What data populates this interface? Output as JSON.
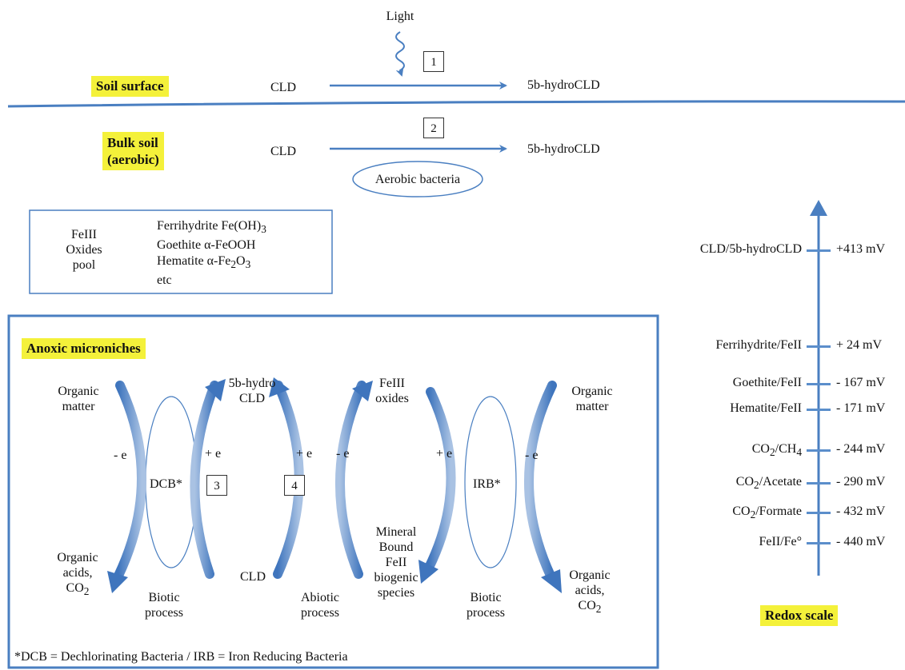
{
  "top": {
    "light": "Light",
    "soil_surface": "Soil surface",
    "cld": "CLD",
    "product": "5b-hydroCLD",
    "step1": "1",
    "bulk_soil_line1": "Bulk soil",
    "bulk_soil_line2": "(aerobic)",
    "step2": "2",
    "aerobic_bacteria": "Aerobic bacteria"
  },
  "oxides_pool": {
    "title_lines": [
      "FeIII",
      "Oxides",
      "pool"
    ],
    "items": [
      {
        "name": "Ferrihydrite Fe(OH)",
        "sub": "3"
      },
      {
        "name": "Goethite α-FeOOH",
        "sub": ""
      },
      {
        "name": "Hematite α-Fe",
        "sub": "2",
        "tail": "O",
        "sub2": "3"
      },
      {
        "name": "etc",
        "sub": ""
      }
    ]
  },
  "anoxic": {
    "title": "Anoxic microniches",
    "organic_matter_left": [
      "Organic",
      "matter"
    ],
    "hydro_cld": [
      "5b-hydro",
      "CLD"
    ],
    "fe3_oxides": [
      "FeIII",
      "oxides"
    ],
    "organic_matter_right": [
      "Organic",
      "matter"
    ],
    "minus_e": "- e",
    "plus_e": "+ e",
    "dcb": "DCB*",
    "irb": "IRB*",
    "step3": "3",
    "step4": "4",
    "organic_acids_left": [
      "Organic",
      "acids,",
      "CO"
    ],
    "co2_sub": "2",
    "biotic_left": [
      "Biotic",
      "process"
    ],
    "cld": "CLD",
    "abiotic": [
      "Abiotic",
      "process"
    ],
    "mineral_bound": [
      "Mineral",
      "Bound",
      "FeII",
      "biogenic",
      "species"
    ],
    "biotic_right": [
      "Biotic",
      "process"
    ],
    "organic_acids_right": [
      "Organic",
      "acids,",
      "CO"
    ],
    "footnote": "*DCB =  Dechlorinating Bacteria / IRB = Iron Reducing Bacteria"
  },
  "redox": {
    "title": "Redox scale",
    "couples": [
      {
        "label": "CLD/5b-hydroCLD",
        "value": "+413 mV"
      },
      {
        "label": "Ferrihydrite/FeII",
        "value": "+ 24 mV"
      },
      {
        "label": "Goethite/FeII",
        "value": "- 167 mV"
      },
      {
        "label": "Hematite/FeII",
        "value": "- 171 mV"
      },
      {
        "label": "CO",
        "sub": "2",
        "tail": "/CH",
        "sub2": "4",
        "value": "- 244 mV"
      },
      {
        "label": "CO",
        "sub": "2",
        "tail": "/Acetate",
        "value": "- 290 mV"
      },
      {
        "label": "CO",
        "sub": "2",
        "tail": "/Formate",
        "value": "- 432 mV"
      },
      {
        "label": "FeII/Fe°",
        "value": "- 440 mV"
      }
    ]
  },
  "colors": {
    "arrow": "#4a7fc1",
    "highlight": "#f4f13a",
    "box": "#4a7fc1"
  }
}
